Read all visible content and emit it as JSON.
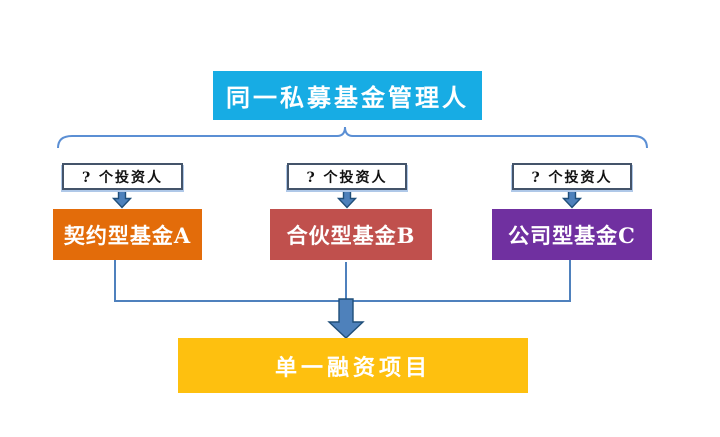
{
  "diagram": {
    "root": {
      "label": "同一私募基金管理人"
    },
    "branches": [
      {
        "investors_label": "? 个投资人",
        "fund_label": "契约型基金A",
        "fund_color": "#E36C0A"
      },
      {
        "investors_label": "? 个投资人",
        "fund_label": "合伙型基金B",
        "fund_color": "#C0504D"
      },
      {
        "investors_label": "? 个投资人",
        "fund_label": "公司型基金C",
        "fund_color": "#7030A0"
      }
    ],
    "project": {
      "label": "单一融资项目"
    },
    "colors": {
      "root_bg": "#17ACE4",
      "project_bg": "#FEC00F",
      "connector": "#4F81BD",
      "brace": "#5B8FD4",
      "arrow_fill": "#4E81BB",
      "arrow_edge": "#1F4E79"
    }
  }
}
